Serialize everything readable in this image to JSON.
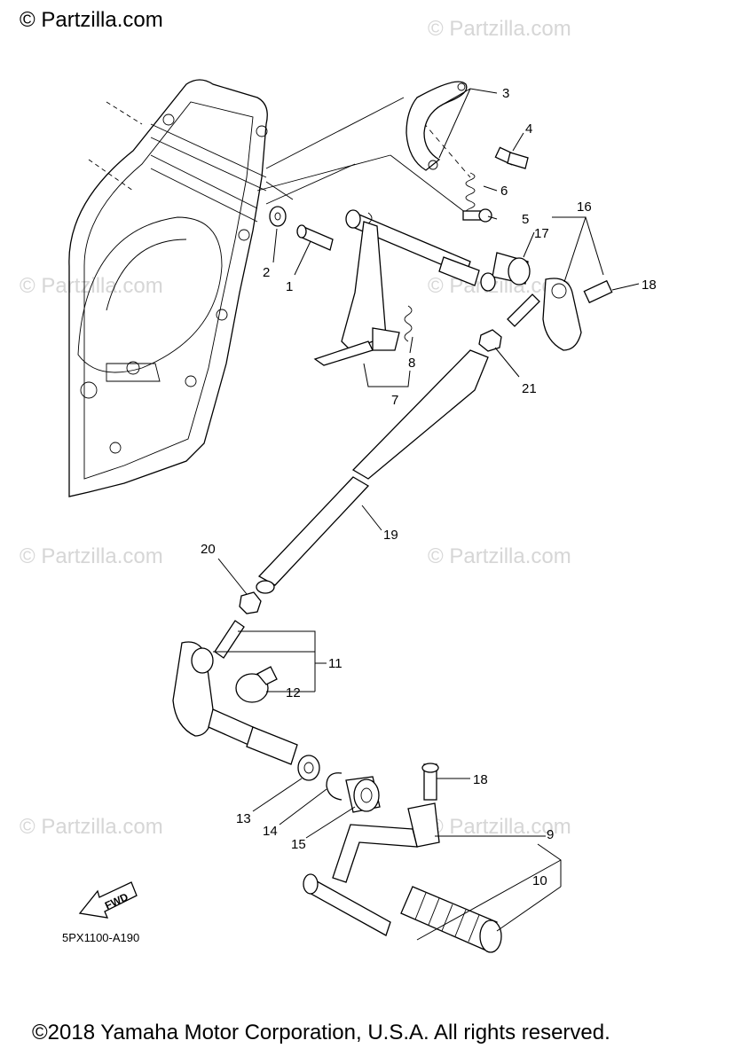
{
  "brand": "© Partzilla.com",
  "watermark": "© Partzilla.com",
  "diagram_code": "5PX1100-A190",
  "fwd_label": "FWD",
  "copyright": "©2018 Yamaha Motor Corporation, U.S.A. All rights reserved.",
  "callouts": {
    "c1": "1",
    "c2": "2",
    "c3": "3",
    "c4": "4",
    "c5": "5",
    "c6": "6",
    "c7": "7",
    "c8": "8",
    "c9": "9",
    "c10": "10",
    "c11": "11",
    "c12": "12",
    "c13": "13",
    "c14": "14",
    "c15": "15",
    "c16": "16",
    "c17": "17",
    "c18a": "18",
    "c18b": "18",
    "c19": "19",
    "c20": "20",
    "c21": "21"
  }
}
